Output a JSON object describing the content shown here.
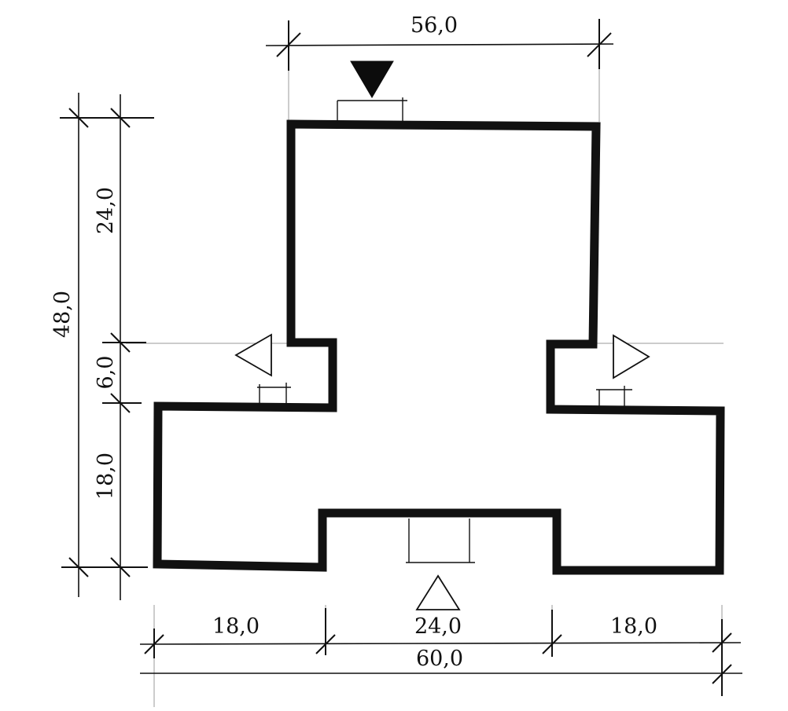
{
  "colors": {
    "ink": "#111111",
    "paper": "#ffffff"
  },
  "dimensions": {
    "top_width": "56,0",
    "total_height": "48,0",
    "upper_height": "24,0",
    "neck_height": "6,0",
    "lower_height": "18,0",
    "bottom_left": "18,0",
    "bottom_middle": "24,0",
    "bottom_right": "18,0",
    "bottom_total": "60,0"
  },
  "entrances": [
    {
      "icon": "solid-triangle-down",
      "meaning": "main-entrance"
    },
    {
      "icon": "open-triangle-left",
      "meaning": "side-entrance"
    },
    {
      "icon": "open-triangle-right",
      "meaning": "side-entrance"
    },
    {
      "icon": "open-triangle-up",
      "meaning": "entrance"
    }
  ]
}
